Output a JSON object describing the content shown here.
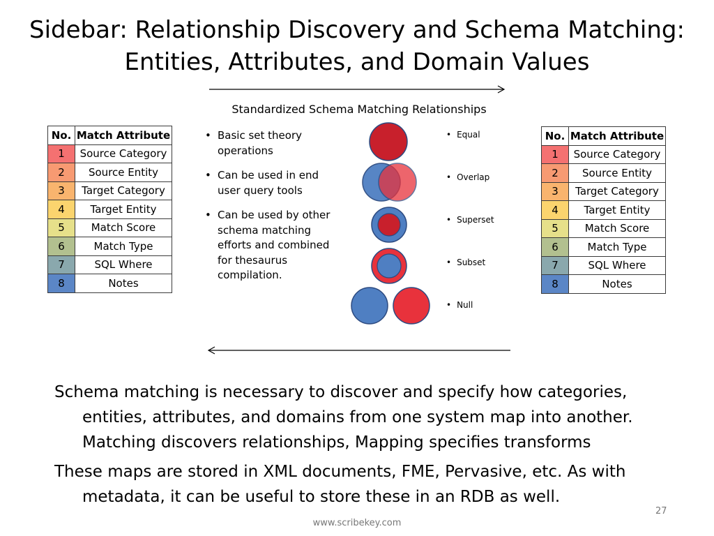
{
  "slide": {
    "title_line1": "Sidebar: Relationship Discovery and Schema Matching:",
    "title_line2": "Entities, Attributes, and Domain Values",
    "subtitle": "Standardized Schema Matching Relationships",
    "slide_number": "27",
    "footer": "www.scribekey.com"
  },
  "table": {
    "header_no": "No.",
    "header_attr": "Match Attribute",
    "rows": [
      {
        "no": "1",
        "attr": "Source Category",
        "color": "#f47171"
      },
      {
        "no": "2",
        "attr": "Source Entity",
        "color": "#f79a72"
      },
      {
        "no": "3",
        "attr": "Target Category",
        "color": "#f9b46e"
      },
      {
        "no": "4",
        "attr": "Target Entity",
        "color": "#fbd46e"
      },
      {
        "no": "5",
        "attr": "Match Score",
        "color": "#e6e08a"
      },
      {
        "no": "6",
        "attr": "Match Type",
        "color": "#b2c08f"
      },
      {
        "no": "7",
        "attr": "SQL Where",
        "color": "#8aa8ad"
      },
      {
        "no": "8",
        "attr": "Notes",
        "color": "#5b86c6"
      }
    ]
  },
  "bullets": [
    "Basic set theory operations",
    "Can be used in end user query tools",
    "Can be used by other schema matching efforts and combined for thesaurus compilation."
  ],
  "relationships": [
    "Equal",
    "Overlap",
    "Superset",
    "Subset",
    "Null"
  ],
  "colors": {
    "red": "#e8323c",
    "dark_red": "#c8202c",
    "blue": "#4f7fc2",
    "stroke": "#2c4a80"
  },
  "body": [
    "Schema matching is necessary to discover and specify how categories, entities, attributes, and domains from one system map into another. Matching discovers relationships, Mapping specifies transforms",
    "These maps are stored in XML documents, FME, Pervasive, etc. As with metadata, it can be useful to store these in an RDB as well."
  ]
}
